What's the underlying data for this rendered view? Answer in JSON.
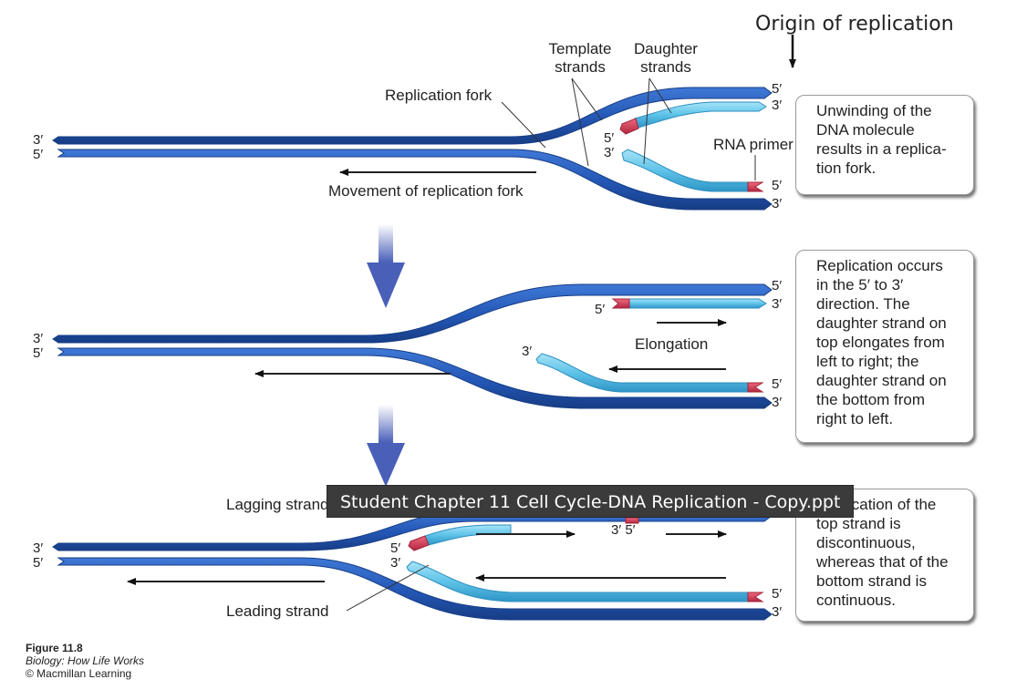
{
  "header": {
    "origin_label": "Origin of replication"
  },
  "labels": {
    "template_strands": "Template\nstrands",
    "daughter_strands": "Daughter\nstrands",
    "replication_fork": "Replication fork",
    "rna_primer": "RNA primer",
    "movement_fork": "Movement of replication fork",
    "elongation": "Elongation",
    "lagging_strand": "Lagging strand",
    "leading_strand": "Leading strand",
    "prime3": "3′",
    "prime5": "5′",
    "end35": "3′ 5′"
  },
  "callouts": {
    "panel1": "Unwinding of the\nDNA molecule\nresults in a replica-\ntion fork.",
    "panel2": "Replication occurs\nin the 5′ to 3′\ndirection. The\ndaughter strand on\ntop elongates from\nleft to right; the\ndaughter strand on\nthe bottom from\nright to left.",
    "panel3": "Replication of the\ntop strand is\ndiscontinuous,\nwhereas that of the\nbottom strand is\ncontinuous."
  },
  "tooltip": "Student Chapter 11 Cell Cycle-DNA Replication - Copy.ppt",
  "credit": {
    "figure": "Figure 11.8",
    "book": "Biology: How Life Works",
    "publisher": "© Macmillan Learning"
  },
  "colors": {
    "template_strand": "#2356b4",
    "template_strand_dark": "#1a3f8a",
    "daughter_strand": "#5ec3e8",
    "daughter_strand_dark": "#2d8fc0",
    "rna_primer": "#d23a52",
    "process_arrow": "#4a5fb8"
  }
}
